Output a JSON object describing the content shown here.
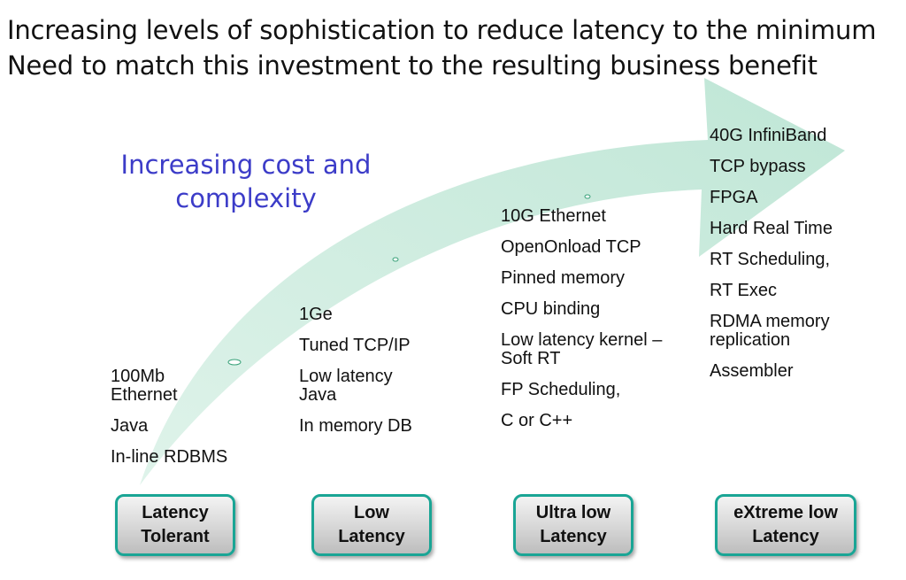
{
  "headline": {
    "line1": "Increasing levels of sophistication to reduce latency to the minimum",
    "line2": "Need to match this investment  to the resulting business benefit"
  },
  "arrow_label": {
    "line1": "Increasing cost and",
    "line2": "complexity"
  },
  "columns": [
    {
      "items": [
        "100Mb Ethernet",
        "Java",
        "In-line RDBMS"
      ]
    },
    {
      "items": [
        "1Ge",
        "Tuned TCP/IP",
        "Low latency Java",
        "In memory DB"
      ]
    },
    {
      "items": [
        "10G Ethernet",
        "OpenOnload TCP",
        "Pinned memory",
        "CPU binding",
        "Low latency kernel – Soft RT",
        "FP Scheduling,",
        "C or  C++"
      ]
    },
    {
      "items": [
        "40G InfiniBand",
        "TCP bypass",
        "FPGA",
        "Hard Real Time",
        "RT Scheduling,",
        "RT Exec",
        "RDMA memory replication",
        "Assembler"
      ]
    }
  ],
  "stages": [
    {
      "line1": "Latency",
      "line2": "Tolerant"
    },
    {
      "line1": "Low",
      "line2": "Latency"
    },
    {
      "line1": "Ultra low",
      "line2": "Latency"
    },
    {
      "line1": "eXtreme low",
      "line2": "Latency"
    }
  ],
  "colors": {
    "arrow": "#c8eadc",
    "box_border": "#1aa595",
    "label_blue": "#3c3cc8"
  }
}
